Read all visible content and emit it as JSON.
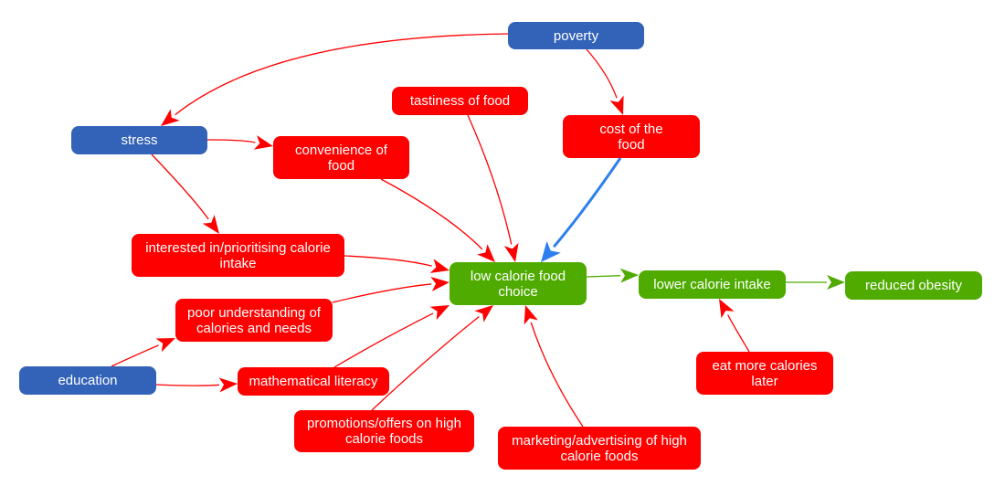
{
  "colors": {
    "blue": "#3363b8",
    "red": "#ff0000",
    "green": "#4fab00",
    "edge_red": "#ff0000",
    "edge_blue": "#2f80ed",
    "edge_green": "#4fab00"
  },
  "nodes": {
    "poverty": {
      "label": "poverty",
      "kind": "blue"
    },
    "stress": {
      "label": "stress",
      "kind": "blue"
    },
    "education": {
      "label": "education",
      "kind": "blue"
    },
    "tastiness": {
      "label": "tastiness of food",
      "kind": "red"
    },
    "cost": {
      "label": "cost of the food",
      "kind": "red"
    },
    "convenience": {
      "label": "convenience of food",
      "kind": "red"
    },
    "interested": {
      "label": "interested in/prioritising calorie intake",
      "kind": "red"
    },
    "poor_understanding": {
      "label": "poor understanding of calories and needs",
      "kind": "red"
    },
    "math_literacy": {
      "label": "mathematical literacy",
      "kind": "red"
    },
    "promotions": {
      "label": "promotions/offers on high calorie foods",
      "kind": "red"
    },
    "marketing": {
      "label": "marketing/advertising of high calorie foods",
      "kind": "red"
    },
    "eat_more_later": {
      "label": "eat more calories later",
      "kind": "red"
    },
    "low_cal_choice": {
      "label": "low calorie food choice",
      "kind": "green"
    },
    "lower_intake": {
      "label": "lower calorie intake",
      "kind": "green"
    },
    "reduced_obesity": {
      "label": "reduced obesity",
      "kind": "green"
    }
  },
  "edges": [
    {
      "from": "poverty",
      "to": "stress",
      "color": "red"
    },
    {
      "from": "poverty",
      "to": "cost",
      "color": "red"
    },
    {
      "from": "stress",
      "to": "convenience",
      "color": "red"
    },
    {
      "from": "stress",
      "to": "interested",
      "color": "red"
    },
    {
      "from": "tastiness",
      "to": "low_cal_choice",
      "color": "red"
    },
    {
      "from": "convenience",
      "to": "low_cal_choice",
      "color": "red"
    },
    {
      "from": "cost",
      "to": "low_cal_choice",
      "color": "blue"
    },
    {
      "from": "interested",
      "to": "low_cal_choice",
      "color": "red"
    },
    {
      "from": "poor_understanding",
      "to": "low_cal_choice",
      "color": "red"
    },
    {
      "from": "math_literacy",
      "to": "low_cal_choice",
      "color": "red"
    },
    {
      "from": "promotions",
      "to": "low_cal_choice",
      "color": "red"
    },
    {
      "from": "marketing",
      "to": "low_cal_choice",
      "color": "red"
    },
    {
      "from": "education",
      "to": "poor_understanding",
      "color": "red"
    },
    {
      "from": "education",
      "to": "math_literacy",
      "color": "red"
    },
    {
      "from": "low_cal_choice",
      "to": "lower_intake",
      "color": "green"
    },
    {
      "from": "lower_intake",
      "to": "reduced_obesity",
      "color": "green"
    },
    {
      "from": "eat_more_later",
      "to": "lower_intake",
      "color": "red"
    }
  ]
}
